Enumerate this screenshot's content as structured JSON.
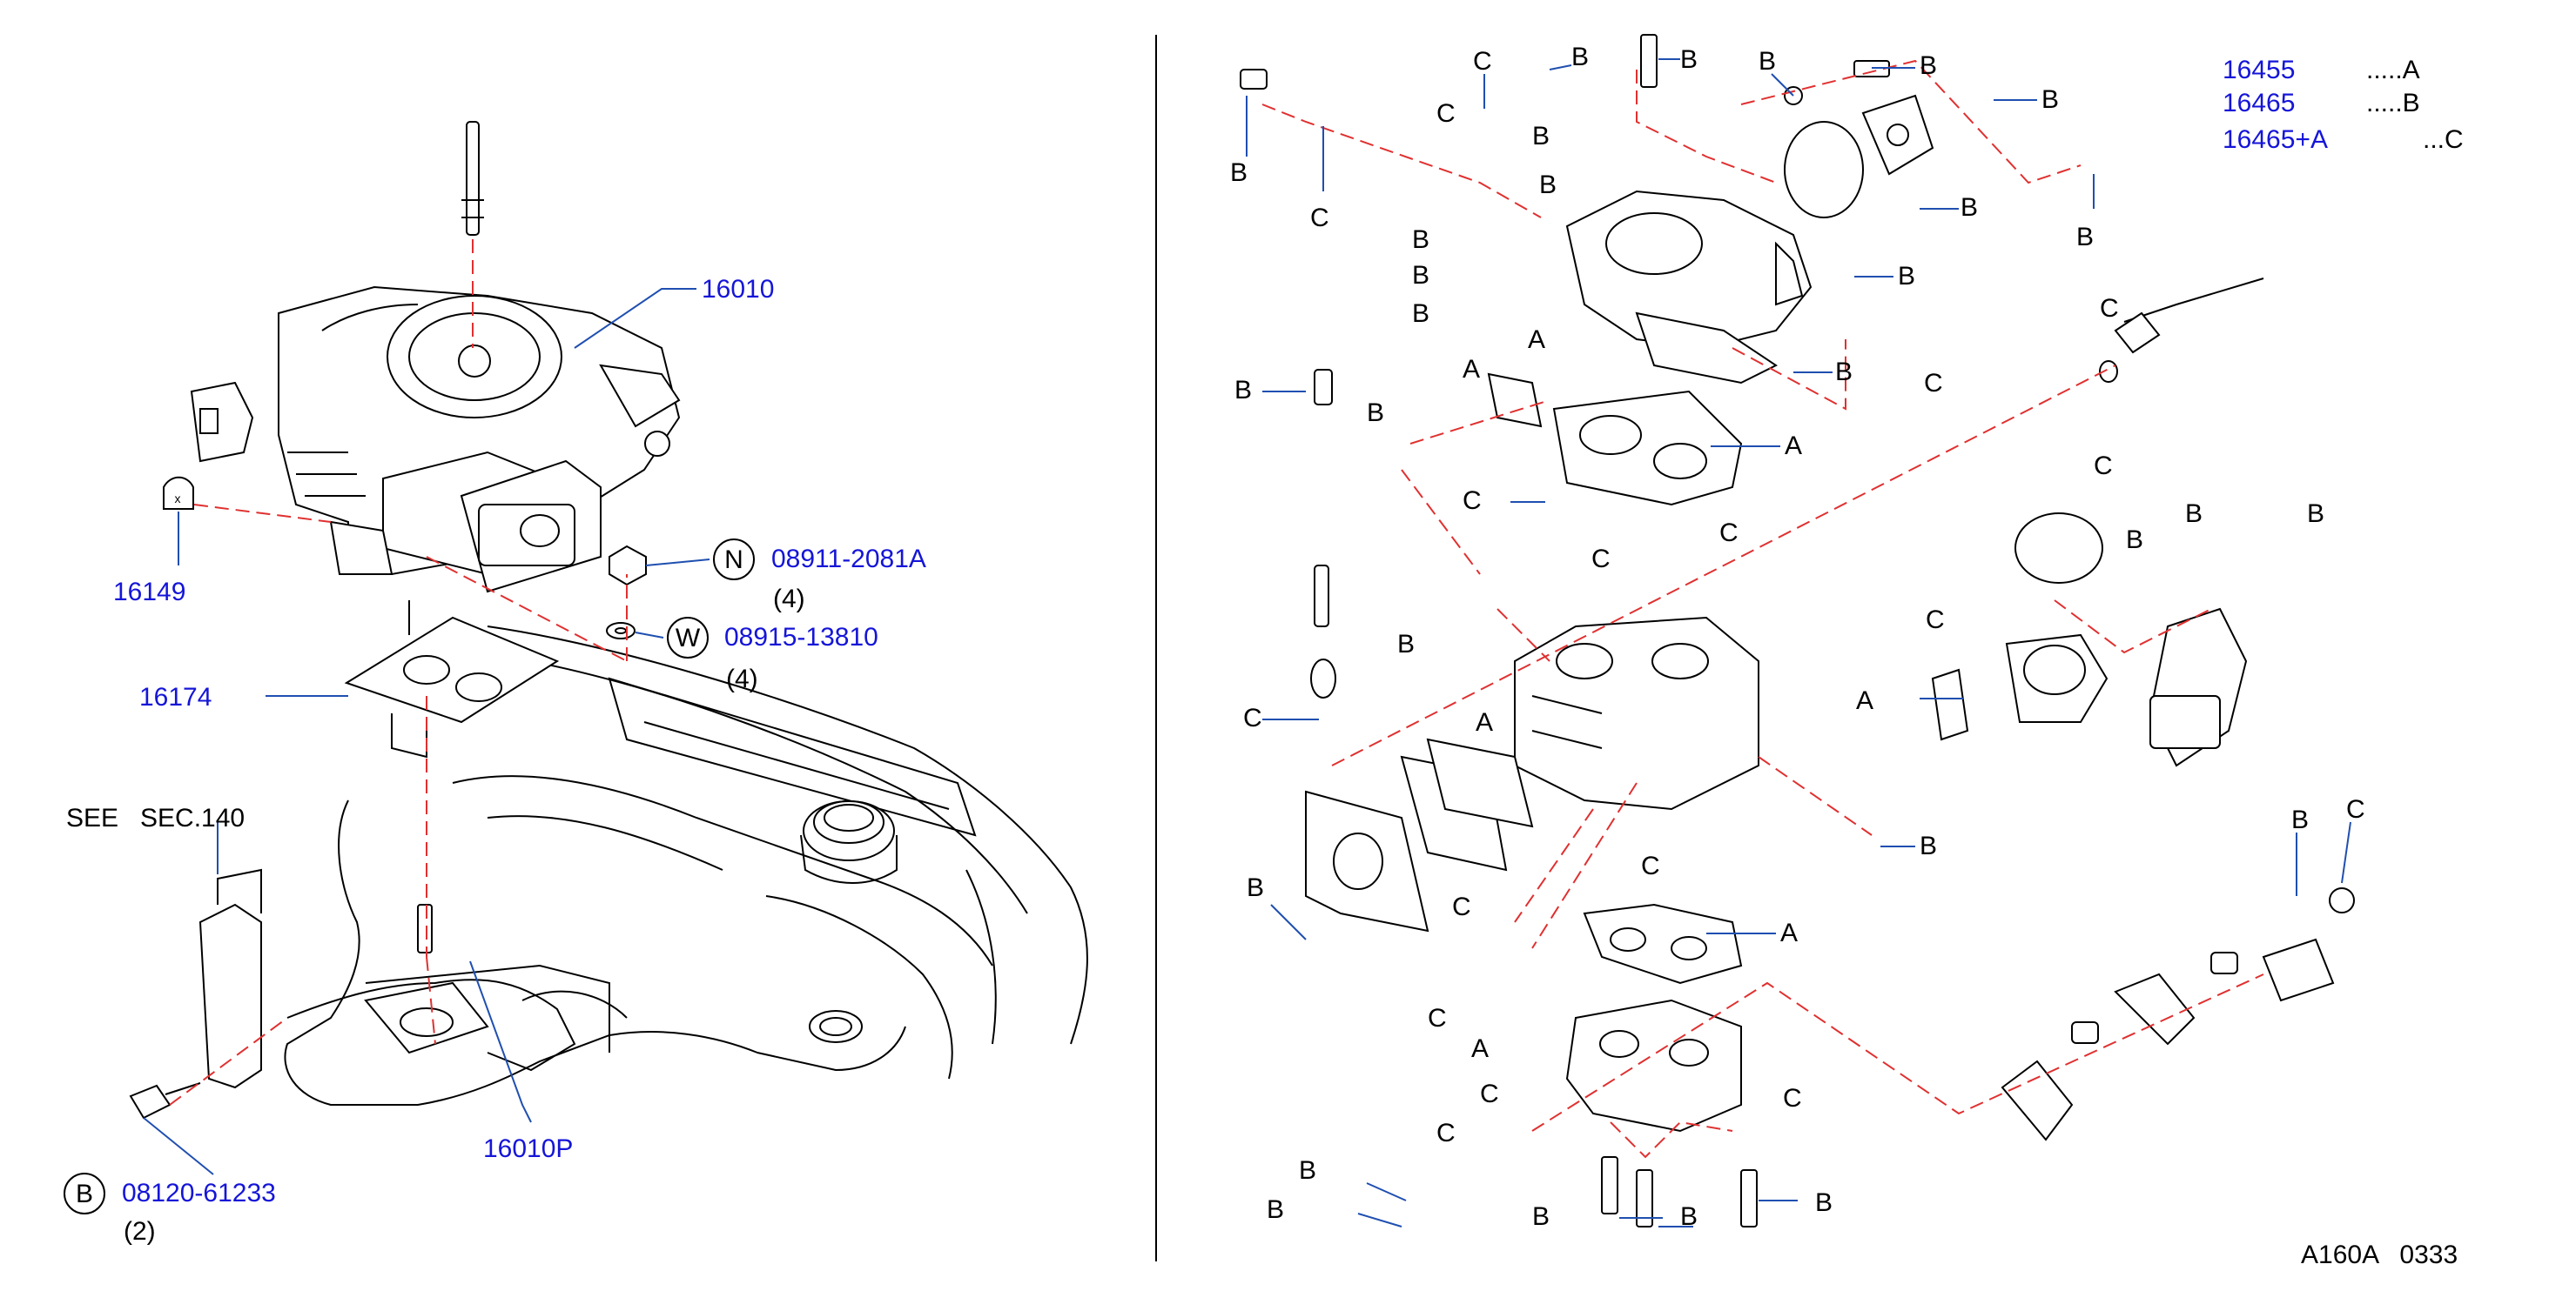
{
  "left_panel": {
    "part_16010": "16010",
    "part_16149": "16149",
    "part_16174": "16174",
    "part_16010p": "16010P",
    "see_sec": "SEE   SEC.140",
    "nut_symbol": "N",
    "nut_part": "08911-2081A",
    "nut_qty": "(4)",
    "washer_symbol": "W",
    "washer_part": "08915-13810",
    "washer_qty": "(4)",
    "bolt_symbol": "B",
    "bolt_part": "08120-61233",
    "bolt_qty": "(2)"
  },
  "legend": {
    "rows": [
      {
        "part": "16455",
        "code": ".....A"
      },
      {
        "part": "16465",
        "code": ".....B"
      },
      {
        "part": "16465+A",
        "code": "...C"
      }
    ]
  },
  "callout_letters": {
    "a": "A",
    "b": "B",
    "c": "C"
  },
  "footer": {
    "code": "A160A   0333"
  },
  "colors": {
    "part_number": "#1515d8",
    "leader": "#1f4fb0",
    "dash_line": "#e03030",
    "ink": "#000000"
  }
}
